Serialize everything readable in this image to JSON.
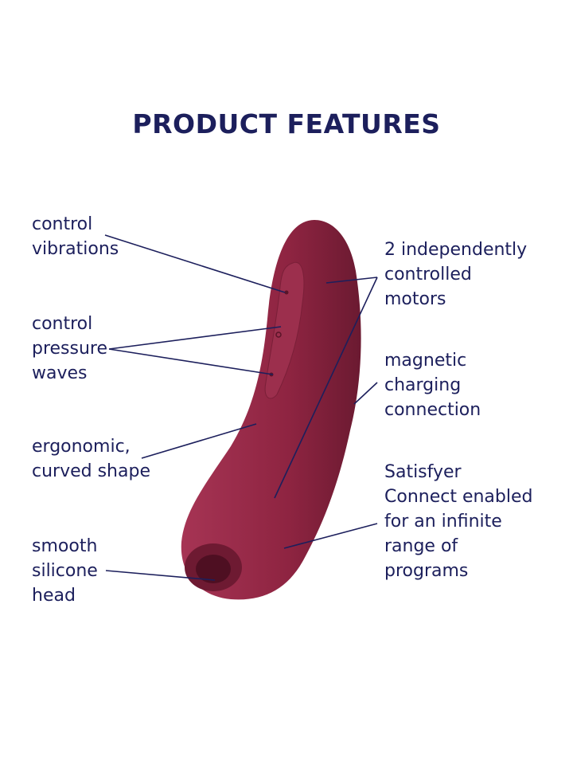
{
  "title": "PRODUCT FEATURES",
  "colors": {
    "text": "#1c1f5c",
    "product": "#8e2441",
    "product_shadow": "#6e1a32"
  },
  "features": {
    "control_vibrations": "control\nvibrations",
    "control_pressure_waves": "control\npressure\nwaves",
    "ergonomic_shape": "ergonomic,\ncurved shape",
    "smooth_head": "smooth\nsilicone\nhead",
    "motors": "2 independently\ncontrolled\nmotors",
    "magnetic_charging": "magnetic\ncharging\nconnection",
    "connect_app": "Satisfyer\nConnect enabled\nfor an infinite\nrange of\nprograms"
  }
}
